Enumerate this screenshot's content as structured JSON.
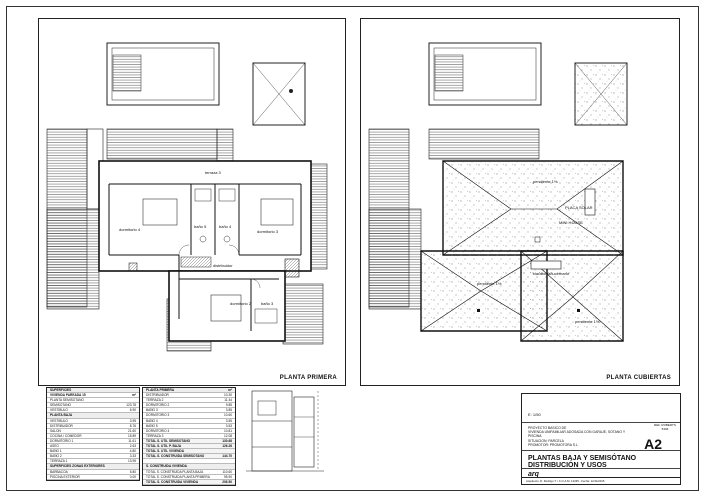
{
  "left_plan": {
    "title": "PLANTA PRIMERA",
    "rooms": {
      "terraza3": "terraza 3",
      "dormitorio4": "dormitorio 4",
      "bano5": "baño 5",
      "bano4": "baño 4",
      "dormitorio3": "dormitorio 3",
      "distribuidor": "distribuidor",
      "dormitorio2": "dormitorio 2",
      "bano3": "baño 3"
    }
  },
  "right_plan": {
    "title": "PLANTA CUBIERTAS",
    "labels": {
      "p1": "pendiente 1%",
      "p2": "pendiente 1%",
      "p3": "pendiente 1%",
      "placa": "PLACA SOLAR",
      "mini": "MINI HOUSE",
      "claraboya": "claraboya/lucernario"
    }
  },
  "areas_table": {
    "rows": [
      {
        "k": "SUPERFICIES",
        "v": "",
        "style": "sect"
      },
      {
        "k": "VIVIENDA PAREADA 15",
        "v": "m²",
        "style": "bold"
      },
      {
        "k": "PLANTA SEMISOTANO",
        "v": "",
        "style": ""
      },
      {
        "k": "SEMISOTANO",
        "v": "123.78",
        "style": ""
      },
      {
        "k": "VESTIBULO",
        "v": "6.90",
        "style": ""
      },
      {
        "k": "PLANTA BAJA",
        "v": "",
        "style": "sect"
      },
      {
        "k": "VESTIBULO",
        "v": "3.95",
        "style": ""
      },
      {
        "k": "DISTRIBUIDOR",
        "v": "8.76",
        "style": ""
      },
      {
        "k": "SALON",
        "v": "21.60",
        "style": ""
      },
      {
        "k": "COCINA / COMEDOR",
        "v": "15.89",
        "style": ""
      },
      {
        "k": "DORMITORIO 1",
        "v": "11.61",
        "style": ""
      },
      {
        "k": "ASEO",
        "v": "2.63",
        "style": ""
      },
      {
        "k": "BAÑO 1",
        "v": "4.80",
        "style": ""
      },
      {
        "k": "BAÑO 2",
        "v": "3.33",
        "style": ""
      },
      {
        "k": "TERRAZA 1",
        "v": "13.95",
        "style": ""
      },
      {
        "k": "SUPERFICIES ZONAS EXTERIORES",
        "v": "",
        "style": "sect"
      },
      {
        "k": "BARBACOA",
        "v": "5.80",
        "style": ""
      },
      {
        "k": "PISCINA EXTERIOR",
        "v": "0.00",
        "style": ""
      }
    ]
  },
  "areas_table2": {
    "rows": [
      {
        "k": "PLANTA PRIMERA",
        "v": "m²",
        "style": "sect"
      },
      {
        "k": "DISTRIBUIDOR",
        "v": "10.30",
        "style": ""
      },
      {
        "k": "TERRAZA 2",
        "v": "11.44",
        "style": ""
      },
      {
        "k": "DORMITORIO 2",
        "v": "9.85",
        "style": ""
      },
      {
        "k": "BAÑO 3",
        "v": "3.85",
        "style": ""
      },
      {
        "k": "DORMITORIO 3",
        "v": "10.60",
        "style": ""
      },
      {
        "k": "BAÑO 4",
        "v": "3.55",
        "style": ""
      },
      {
        "k": "BAÑO 5",
        "v": "3.53",
        "style": ""
      },
      {
        "k": "DORMITORIO 4",
        "v": "10.81",
        "style": ""
      },
      {
        "k": "TERRAZA 3",
        "v": "12.08",
        "style": ""
      },
      {
        "k": "TOTAL S. UTIL SEMISOTANO",
        "v": "130.68",
        "style": "tot"
      },
      {
        "k": "TOTAL S. UTIL P. BAJA",
        "v": "126.26",
        "style": "tot"
      },
      {
        "k": "TOTAL S. UTIL VIVIENDA",
        "v": "",
        "style": "tot"
      },
      {
        "k": "TOTAL S. CONSTRUIDA SEMISOTANO",
        "v": "144.70",
        "style": "tot"
      },
      {
        "k": "",
        "v": "",
        "style": ""
      },
      {
        "k": "S. CONSTRUIDA VIVIENDA",
        "v": "",
        "style": "sect"
      },
      {
        "k": "TOTAL S. CONSTRUIDA PLANTA BAJA",
        "v": "110.60",
        "style": ""
      },
      {
        "k": "TOTAL S. CONSTRUIDA PLANTA PRIMERA",
        "v": "95.90",
        "style": ""
      },
      {
        "k": "TOTAL S. CONSTRUIDA VIVIENDA",
        "v": "206.50",
        "style": "tot"
      }
    ]
  },
  "title_block": {
    "scale": "E: 1/50",
    "project_lines": [
      "PROYECTO BASICO DE",
      "VIVIENDA UNIFAMILIAR ADOSADA CON GARAJE, SOTANO Y PISCINA",
      "SITUACION: PARCELA",
      "PROMOTOR: PROMOTORA S.L."
    ],
    "ref": "REF. ROBERTS 5406",
    "sheet_no": "A2",
    "plan_title_lines": [
      "PLANTAS BAJA Y SEMISÓTANO",
      "DISTRIBUCIÓN Y USOS"
    ],
    "firm": "arq",
    "footer": "Arquitecto: D. Rodrigo T. / C.O.A.M. 12345 - Fecha: 12/11/2015"
  }
}
